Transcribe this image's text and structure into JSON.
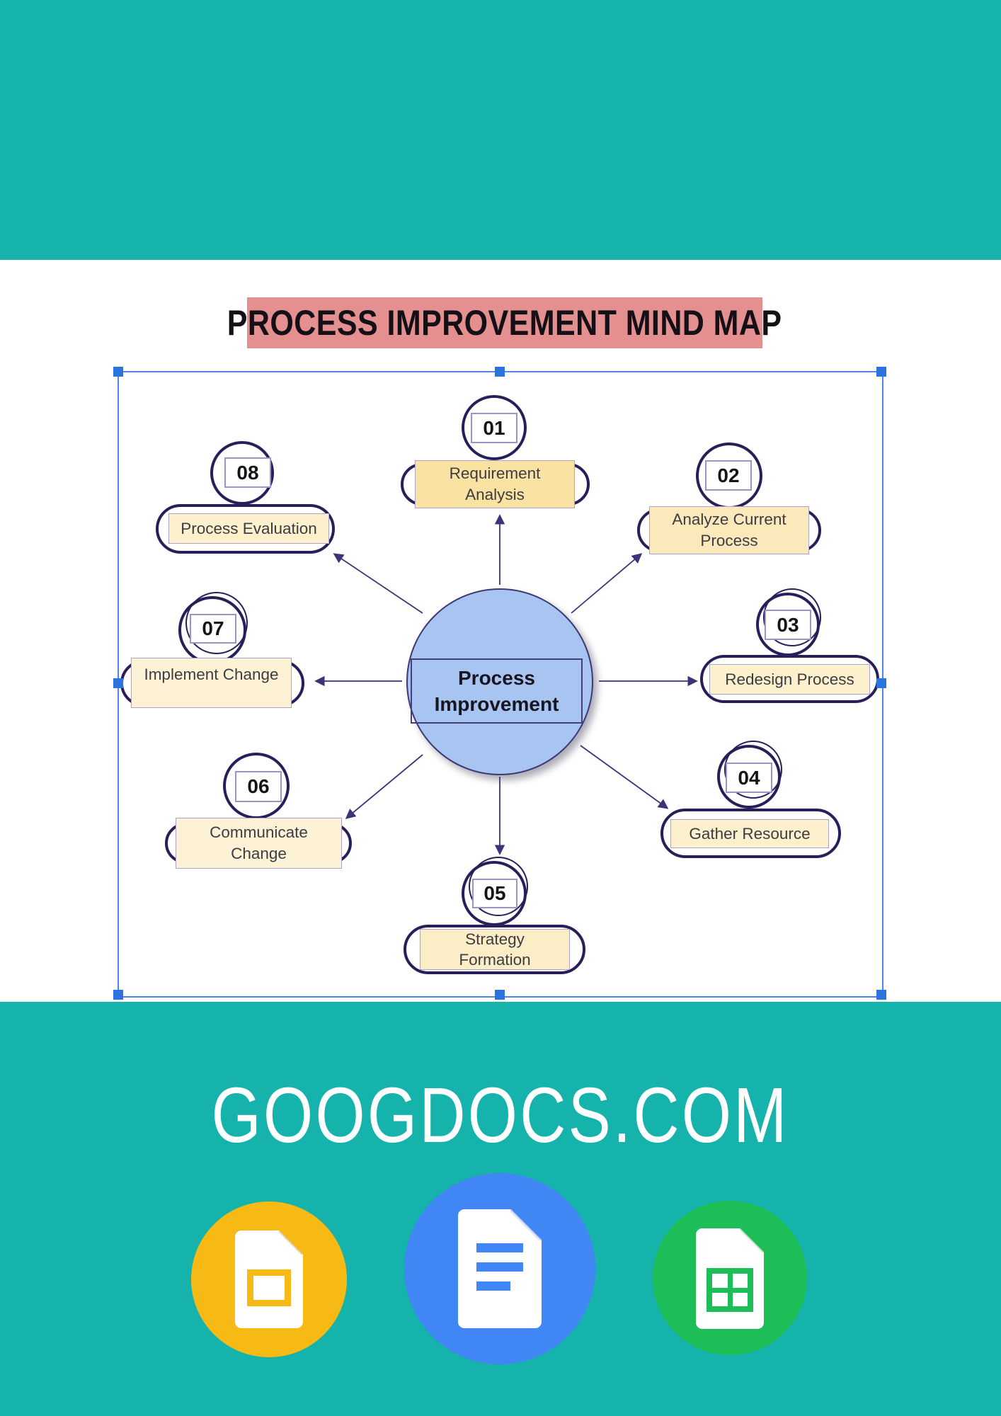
{
  "header": {
    "title": "PROCESS IMPROVEMENT MIND MAP"
  },
  "diagram": {
    "center": {
      "label": "Process\nImprovement"
    },
    "nodes": [
      {
        "id": "01",
        "label": "Requirement\nAnalysis"
      },
      {
        "id": "02",
        "label": "Analyze Current\nProcess"
      },
      {
        "id": "03",
        "label": "Redesign Process"
      },
      {
        "id": "04",
        "label": "Gather Resource"
      },
      {
        "id": "05",
        "label": "Strategy\nFormation"
      },
      {
        "id": "06",
        "label": "Communicate\nChange"
      },
      {
        "id": "07",
        "label": "Implement Change"
      },
      {
        "id": "08",
        "label": "Process Evaluation"
      }
    ]
  },
  "footer": {
    "site": "GOOGDOCS.COM",
    "icons": [
      "google-slides-icon",
      "google-docs-icon",
      "google-sheets-icon"
    ]
  },
  "colors": {
    "teal": "#16b3ac",
    "title_bg": "#e59090",
    "node_border_navy": "#281e5a",
    "node_fill_cream": "#fdf0cd",
    "node_fill_gold": "#f9e2a2",
    "center_fill": "#a8c4f0",
    "selection_blue": "#4d87e8",
    "slides_yellow": "#f7b914",
    "docs_blue": "#4186f5",
    "sheets_green": "#1dbd57"
  }
}
